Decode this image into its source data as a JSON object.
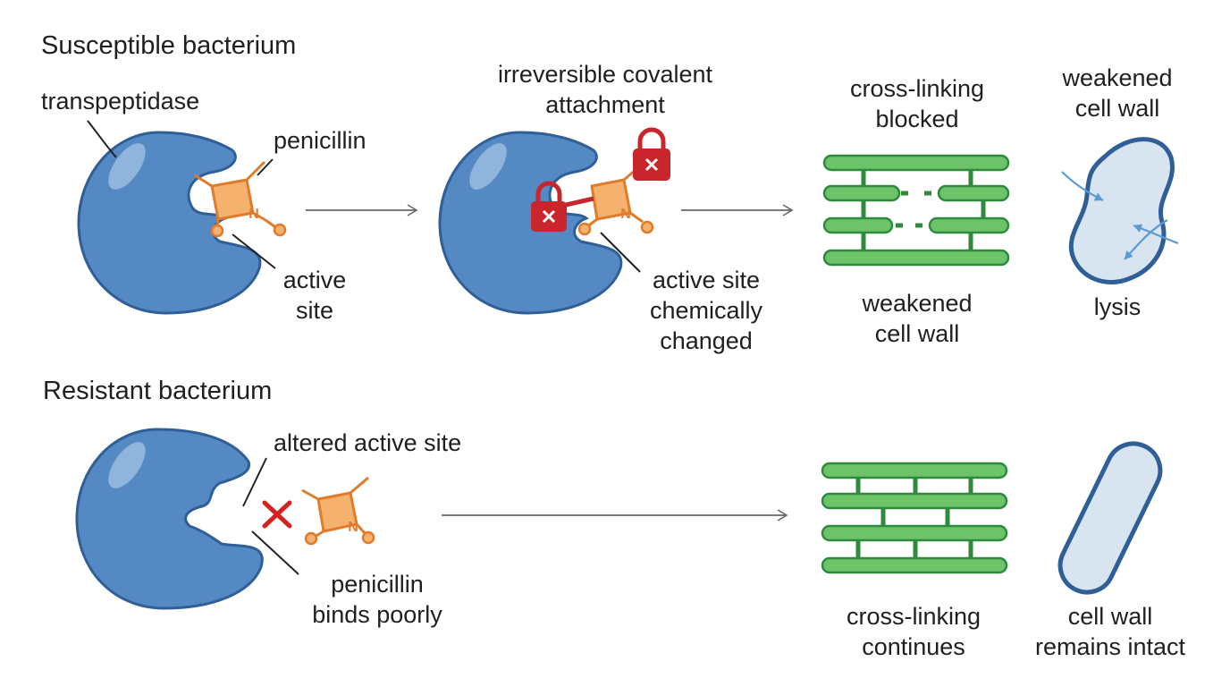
{
  "sections": {
    "susceptible": {
      "title": "Susceptible bacterium",
      "enzyme_label": "transpeptidase",
      "drug_label": "penicillin",
      "site_label": [
        "active",
        "site"
      ],
      "step2_label": [
        "irreversible covalent",
        "attachment"
      ],
      "site_changed_label": [
        "active site",
        "chemically",
        "changed"
      ],
      "crosslink_label": [
        "cross-linking",
        "blocked"
      ],
      "wall_label": [
        "weakened",
        "cell wall"
      ],
      "cell_label": [
        "weakened",
        "cell wall"
      ],
      "outcome_label": "lysis"
    },
    "resistant": {
      "title": "Resistant bacterium",
      "site_label": "altered active site",
      "binding_label": [
        "penicillin",
        "binds poorly"
      ],
      "crosslink_label": [
        "cross-linking",
        "continues"
      ],
      "cell_label": [
        "cell wall",
        "remains intact"
      ]
    }
  },
  "molecule_atom": "N",
  "colors": {
    "enzyme": "#5589c4",
    "enzyme_outline": "#2f5f96",
    "penicillin": "#f4b26e",
    "penicillin_outline": "#e07b2a",
    "lock": "#c8262c",
    "cross_mark": "#d32222",
    "wall": "#6cc36a",
    "wall_outline": "#2e8b3c",
    "cell_fill": "#d8e4f0",
    "cell_outline": "#2f5f96",
    "arrow": "#666666"
  }
}
